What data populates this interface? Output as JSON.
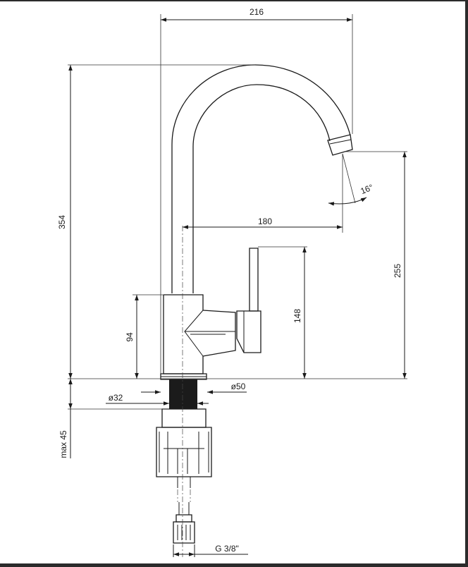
{
  "dimensions": {
    "overall_reach": "216",
    "overall_height": "354",
    "spout_reach": "180",
    "spout_height": "255",
    "handle_height": "148",
    "body_height": "94",
    "base_diameter": "ø50",
    "shank_diameter": "ø32",
    "max_mount": "max 45",
    "spout_angle": "16°",
    "connection_thread": "G 3/8\""
  },
  "colors": {
    "line": "#1a1a1a",
    "frame": "#2b2b2b",
    "background": "#ffffff"
  }
}
